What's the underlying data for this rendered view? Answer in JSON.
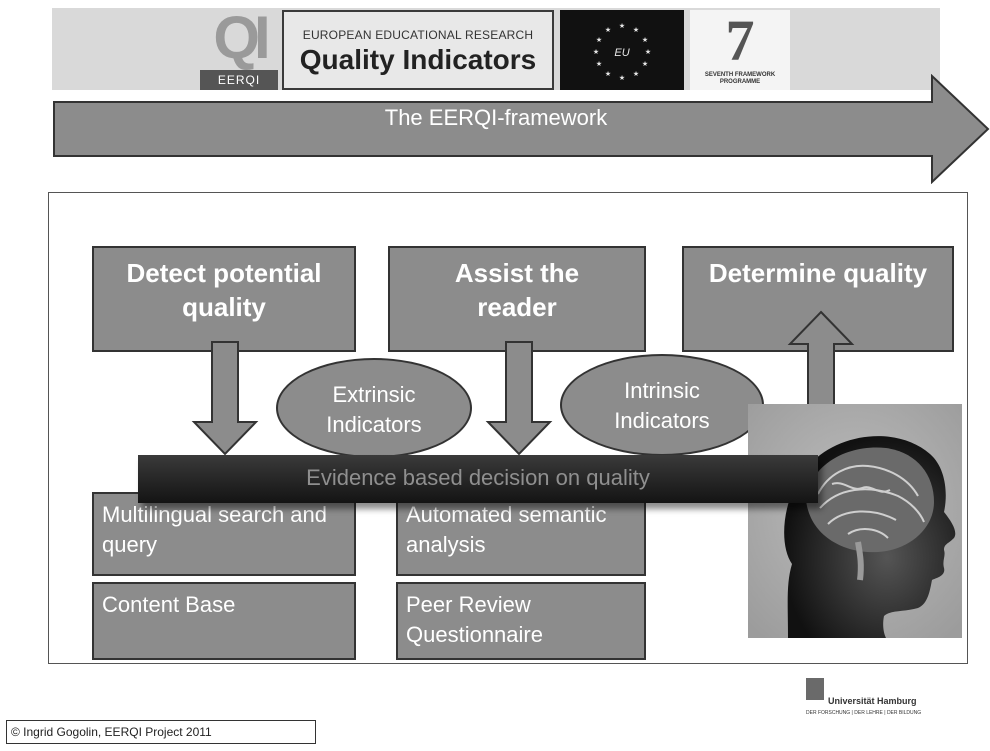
{
  "header": {
    "qi_letters": "QI",
    "qi_caption": "EERQI",
    "title_small": "EUROPEAN EDUCATIONAL RESEARCH",
    "title_big": "Quality Indicators",
    "eu_label": "EU",
    "seventh_number": "7",
    "seventh_caption": "SEVENTH FRAMEWORK PROGRAMME"
  },
  "framework_label": "The EERQI-framework",
  "top_boxes": [
    {
      "label": "Detect potential quality"
    },
    {
      "label": "Assist  the reader"
    },
    {
      "label": "Determine quality"
    }
  ],
  "indicators": [
    {
      "label": "Extrinsic Indicators"
    },
    {
      "label": "Intrinsic Indicators"
    }
  ],
  "evidence_bar": "Evidence based decision on quality",
  "bottom_boxes": [
    {
      "label": "Multilingual search and query"
    },
    {
      "label": "Automated semantic analysis"
    },
    {
      "label": "Content Base"
    },
    {
      "label": "Peer Review Questionnaire"
    }
  ],
  "footer": {
    "university": "Universität Hamburg",
    "university_tagline": "DER FORSCHUNG | DER LEHRE | DER BILDUNG",
    "copyright": "© Ingrid Gogolin, EERQI  Project  2011"
  },
  "colors": {
    "box_fill": "#8c8c8c",
    "banner_bg": "#d9d9d9",
    "evidence_bar": "#1e1e1e"
  }
}
